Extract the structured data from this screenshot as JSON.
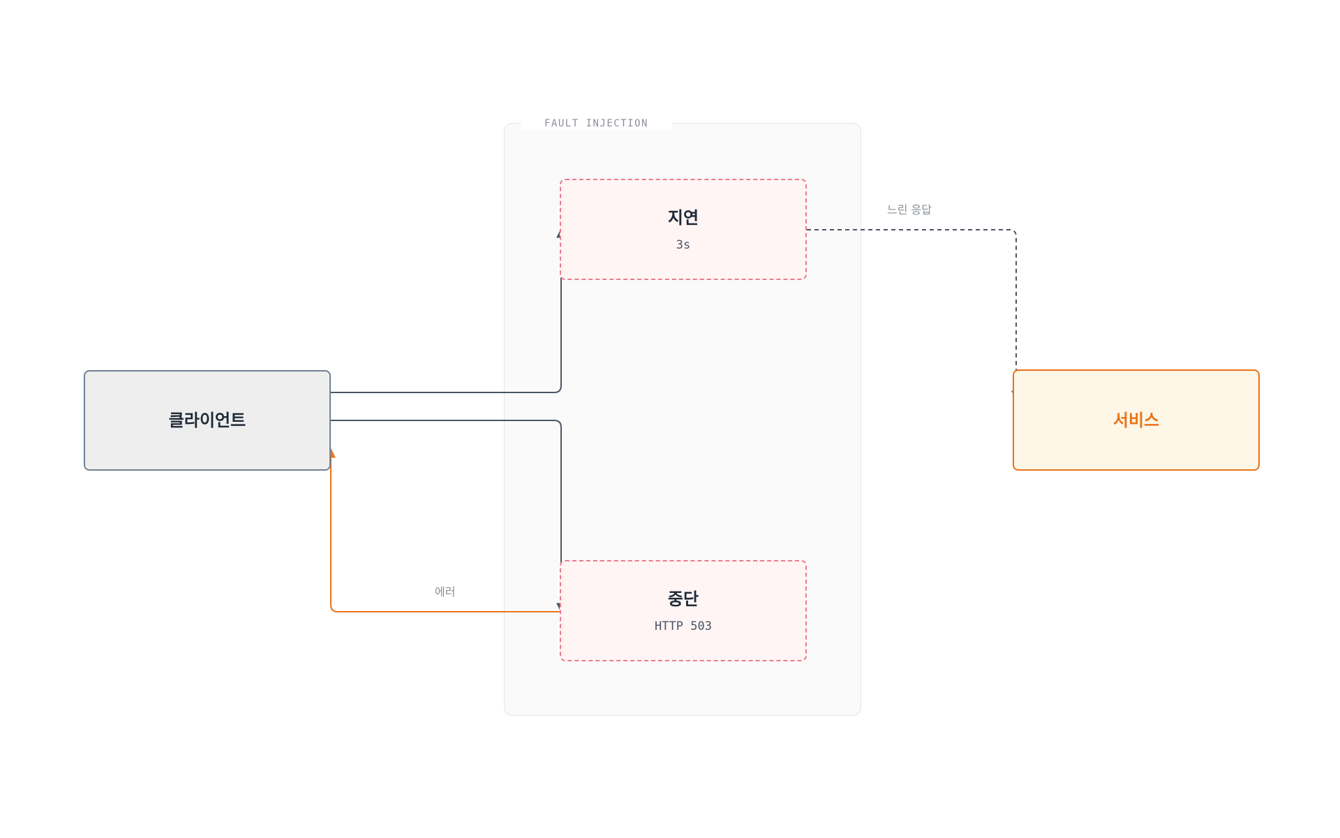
{
  "group": {
    "label": "FAULT INJECTION"
  },
  "nodes": {
    "client": {
      "title": "클라이언트"
    },
    "delay": {
      "title": "지연",
      "sub": "3s"
    },
    "abort": {
      "title": "중단",
      "sub": "HTTP 503"
    },
    "service": {
      "title": "서비스"
    }
  },
  "edges": {
    "slow_response": {
      "label": "느린 응답"
    },
    "error": {
      "label": "에러"
    }
  },
  "colors": {
    "edge_default": "#4b5563",
    "edge_error": "#ea7316",
    "fault_border": "#ec7b8c",
    "service_accent": "#ea7316"
  }
}
